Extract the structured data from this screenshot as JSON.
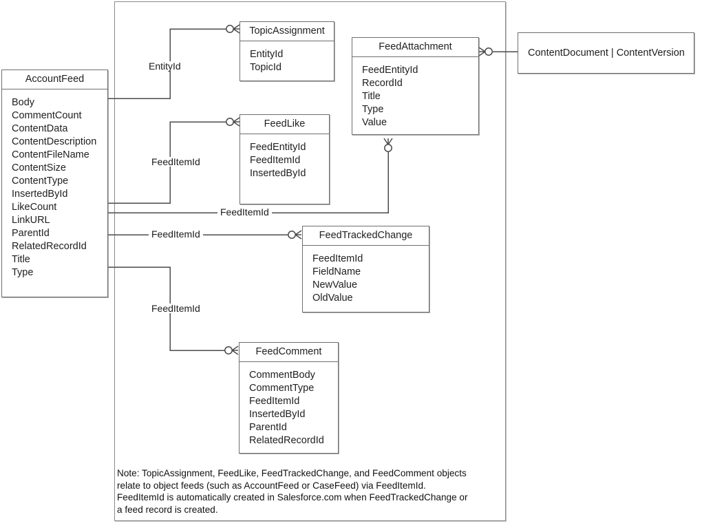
{
  "diagram": {
    "type": "entity-relationship",
    "title": "Salesforce Feed object relationships",
    "colors": {
      "background": "#ffffff",
      "box_border": "#6e6e6e",
      "frame_border": "#8a8a8a",
      "connector": "#4a4a4a",
      "text": "#202020"
    }
  },
  "entities": [
    {
      "id": "accountfeed",
      "name": "AccountFeed",
      "fields": [
        "Body",
        "CommentCount",
        "ContentData",
        "ContentDescription",
        "ContentFileName",
        "ContentSize",
        "ContentType",
        "InsertedById",
        "LikeCount",
        "LinkURL",
        "ParentId",
        "RelatedRecordId",
        "Title",
        "Type"
      ]
    },
    {
      "id": "topicassignment",
      "name": "TopicAssignment",
      "fields": [
        "EntityId",
        "TopicId"
      ]
    },
    {
      "id": "feedattachment",
      "name": "FeedAttachment",
      "fields": [
        "FeedEntityId",
        "RecordId",
        "Title",
        "Type",
        "Value"
      ]
    },
    {
      "id": "feedlike",
      "name": "FeedLike",
      "fields": [
        "FeedEntityId",
        "FeedItemId",
        "InsertedById"
      ]
    },
    {
      "id": "feedtrackedchange",
      "name": "FeedTrackedChange",
      "fields": [
        "FeedItemId",
        "FieldName",
        "NewValue",
        "OldValue"
      ]
    },
    {
      "id": "feedcomment",
      "name": "FeedComment",
      "fields": [
        "CommentBody",
        "CommentType",
        "FeedItemId",
        "InsertedById",
        "ParentId",
        "RelatedRecordId"
      ]
    },
    {
      "id": "contentdocument",
      "name": "ContentDocument | ContentVersion",
      "fields": []
    }
  ],
  "relationships": [
    {
      "id": "rel-entityid",
      "from": "accountfeed",
      "to": "topicassignment",
      "label": "EntityId",
      "from_cardinality": "one",
      "to_cardinality": "zero-or-many"
    },
    {
      "id": "rel-feeditemid-feedlike",
      "from": "accountfeed",
      "to": "feedlike",
      "label": "FeedItemId",
      "from_cardinality": "one",
      "to_cardinality": "zero-or-many"
    },
    {
      "id": "rel-feeditemid-feedattachment",
      "from": "accountfeed",
      "to": "feedattachment",
      "label": "FeedItemId",
      "from_cardinality": "one",
      "to_cardinality": "zero-or-many"
    },
    {
      "id": "rel-feeditemid-feedtrackedchange",
      "from": "accountfeed",
      "to": "feedtrackedchange",
      "label": "FeedItemId",
      "from_cardinality": "one",
      "to_cardinality": "zero-or-many"
    },
    {
      "id": "rel-feeditemid-feedcomment",
      "from": "accountfeed",
      "to": "feedcomment",
      "label": "FeedItemId",
      "from_cardinality": "one",
      "to_cardinality": "zero-or-many"
    },
    {
      "id": "rel-feedattachment-contentdocument",
      "from": "feedattachment",
      "to": "contentdocument",
      "label": "",
      "from_cardinality": "zero-or-many",
      "to_cardinality": "one"
    }
  ],
  "labels": {
    "entityid": "EntityId",
    "feeditemid_feedlike": "FeedItemId",
    "feeditemid_feedattachment": "FeedItemId",
    "feeditemid_feedtrackedchange": "FeedItemId",
    "feeditemid_feedcomment": "FeedItemId"
  },
  "note": {
    "text": "Note: TopicAssignment, FeedLike, FeedTrackedChange, and FeedComment objects relate to object feeds (such as AccountFeed or CaseFeed) via FeedItemId. FeedItemId is automatically created in Salesforce.com when FeedTrackedChange or a feed record is created."
  }
}
